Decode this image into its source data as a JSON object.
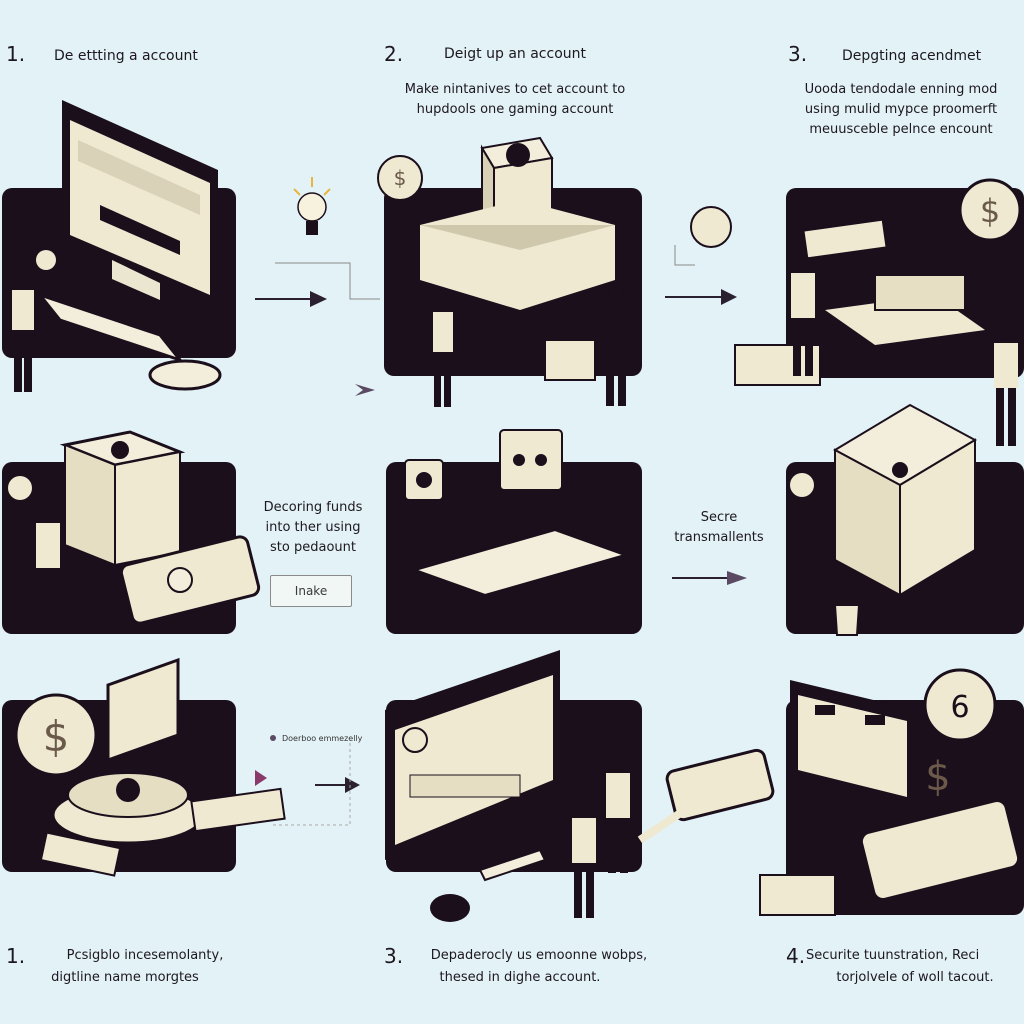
{
  "steps_top": [
    {
      "number": "1.",
      "heading": "De ettting a account",
      "sub": []
    },
    {
      "number": "2.",
      "heading": "Deigt up an account",
      "sub": [
        "Make nintanives to cet account to",
        "hupdools one gaming account"
      ]
    },
    {
      "number": "3.",
      "heading": "Depgting acendmet",
      "sub": [
        "Uooda tendodale enning mod",
        "using mulid mypce proomerft",
        "meuusceble pelnce encount"
      ]
    }
  ],
  "middle": {
    "left_text": [
      "Decoring funds",
      "into ther using",
      "sto pedaount"
    ],
    "button_label": "Inake",
    "right_text": [
      "Secre",
      "transmallents"
    ]
  },
  "row3": {
    "caption": "Doerboo emmezelly"
  },
  "steps_bottom": [
    {
      "number": "1.",
      "lines": [
        "Pcsigblo incesemolanty,",
        "digtline name morgtes"
      ]
    },
    {
      "number": "3.",
      "lines": [
        "Depaderocly  us emoonne wobps,",
        "thesed in dighe account."
      ]
    },
    {
      "number": "4.",
      "lines": [
        "Securite tuunstration,  Reci",
        "torjolvele of woll tacout."
      ]
    }
  ],
  "colors": {
    "background": "#e3f2f6",
    "panel": "#1b0f1c",
    "cream": "#efe9d2",
    "accent": "#5b4a63"
  }
}
